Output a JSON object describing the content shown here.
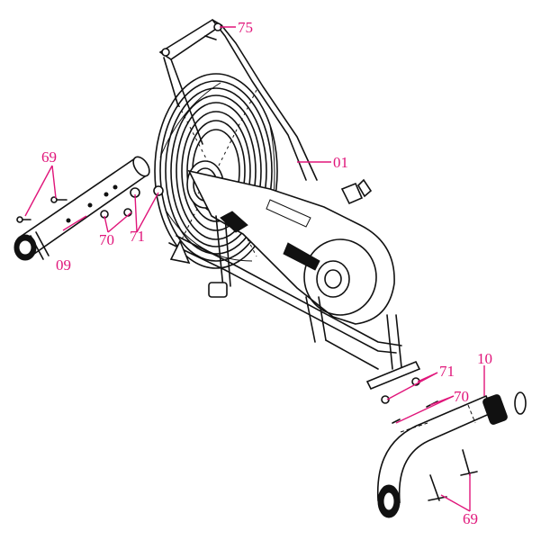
{
  "callout_color": "#e0157a",
  "labels": {
    "p75": "75",
    "p01": "01",
    "p69_left": "69",
    "p70_left": "70",
    "p71_left": "71",
    "p09": "09",
    "p10": "10",
    "p71_right": "71",
    "p70_right": "70",
    "p69_right": "69"
  }
}
